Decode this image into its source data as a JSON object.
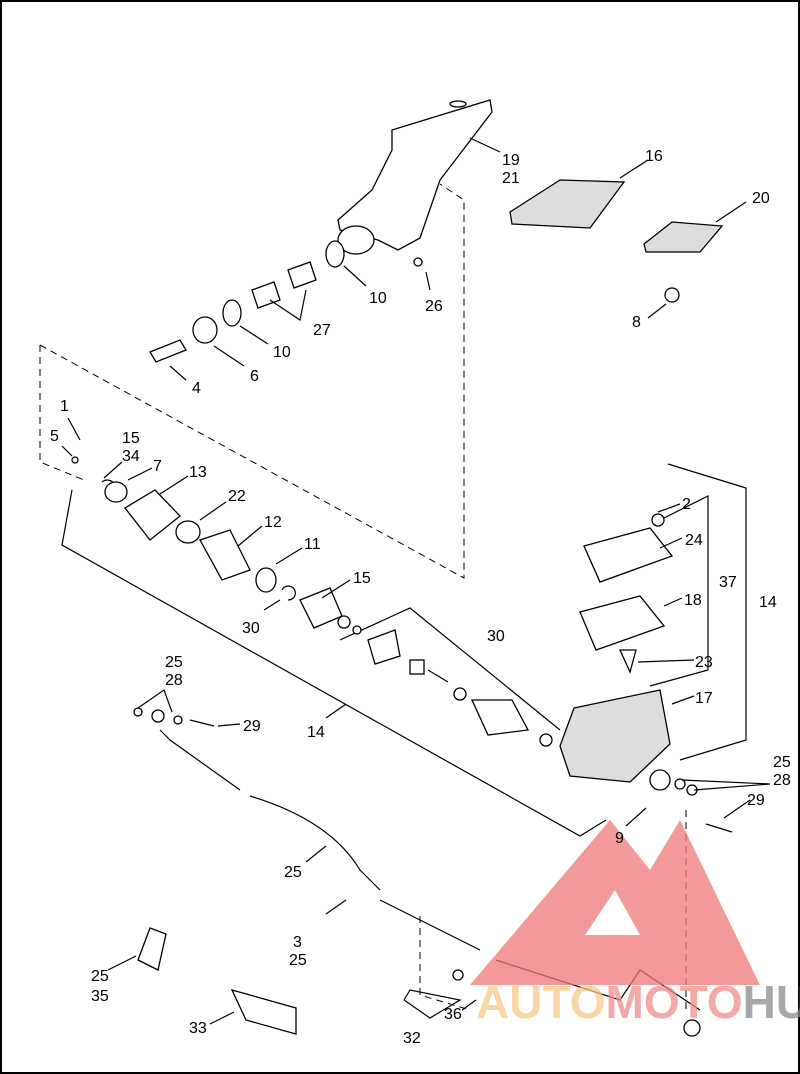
{
  "diagram_title": "",
  "labels": [
    "19",
    "21",
    "16",
    "20",
    "10",
    "26",
    "8",
    "27",
    "10",
    "6",
    "4",
    "1",
    "5",
    "15",
    "34",
    "7",
    "13",
    "22",
    "2",
    "12",
    "24",
    "11",
    "37",
    "15",
    "14",
    "18",
    "30",
    "30",
    "23",
    "25",
    "28",
    "17",
    "29",
    "14",
    "25",
    "28",
    "29",
    "9",
    "25",
    "3",
    "25",
    "25",
    "35",
    "33",
    "36",
    "32"
  ],
  "watermark": {
    "part1": "AUTO",
    "part2": "MOTO",
    "part3": "HUB",
    "color1": "#f9c98a",
    "color2": "#f28b8b",
    "color3": "#8c8c8c",
    "logo_color": "#f07878"
  }
}
